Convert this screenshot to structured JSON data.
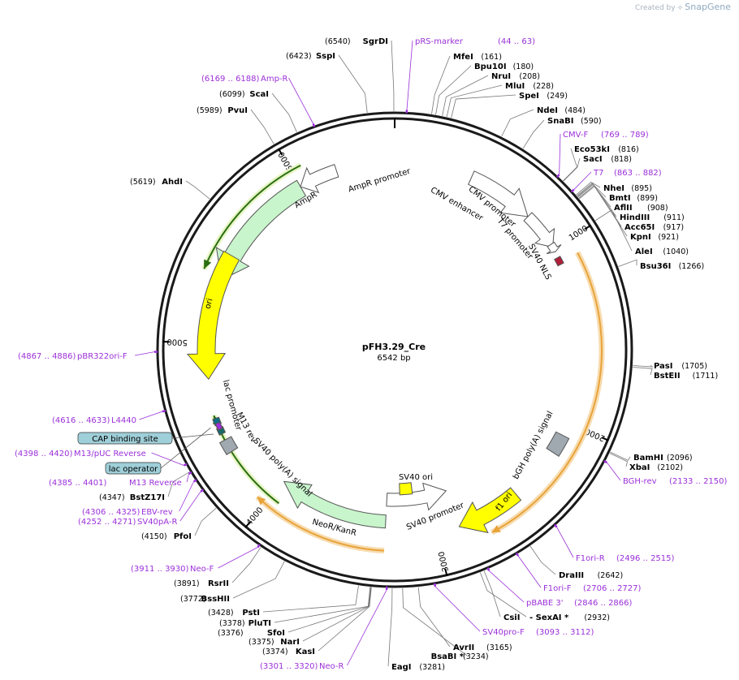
{
  "credit": {
    "text": "Created by",
    "brand": "SnapGene"
  },
  "plasmid": {
    "name": "pFH3.29_Cre",
    "size_label": "6542 bp",
    "length": 6542
  },
  "ticks": [
    "1000",
    "2000",
    "3000",
    "4000",
    "5000",
    "6000"
  ],
  "enzymes": [
    {
      "name": "SgrDI",
      "pos": "(6540)",
      "side": "L"
    },
    {
      "name": "SspI",
      "pos": "(6423)",
      "side": "L"
    },
    {
      "name": "ScaI",
      "pos": "(6099)",
      "side": "L"
    },
    {
      "name": "PvuI",
      "pos": "(5989)",
      "side": "L"
    },
    {
      "name": "AhdI",
      "pos": "(5619)",
      "side": "L"
    },
    {
      "name": "MfeI",
      "pos": "(161)",
      "side": "R"
    },
    {
      "name": "Bpu10I",
      "pos": "(180)",
      "side": "R"
    },
    {
      "name": "NruI",
      "pos": "(208)",
      "side": "R"
    },
    {
      "name": "MluI",
      "pos": "(228)",
      "side": "R"
    },
    {
      "name": "SpeI",
      "pos": "(249)",
      "side": "R"
    },
    {
      "name": "NdeI",
      "pos": "(484)",
      "side": "R"
    },
    {
      "name": "SnaBI",
      "pos": "(590)",
      "side": "R"
    },
    {
      "name": "Eco53kI",
      "pos": "(816)",
      "side": "R"
    },
    {
      "name": "SacI",
      "pos": "(818)",
      "side": "R"
    },
    {
      "name": "NheI",
      "pos": "(895)",
      "side": "R"
    },
    {
      "name": "BmtI",
      "pos": "(899)",
      "side": "R"
    },
    {
      "name": "AflII",
      "pos": "(908)",
      "side": "R"
    },
    {
      "name": "HindIII",
      "pos": "(911)",
      "side": "R"
    },
    {
      "name": "Acc65I",
      "pos": "(917)",
      "side": "R"
    },
    {
      "name": "KpnI",
      "pos": "(921)",
      "side": "R"
    },
    {
      "name": "AleI",
      "pos": "(1040)",
      "side": "R"
    },
    {
      "name": "Bsu36I",
      "pos": "(1266)",
      "side": "R"
    },
    {
      "name": "PasI",
      "pos": "(1705)",
      "side": "R"
    },
    {
      "name": "BstEII",
      "pos": "(1711)",
      "side": "R"
    },
    {
      "name": "BamHI",
      "pos": "(2096)",
      "side": "R"
    },
    {
      "name": "XbaI",
      "pos": "(2102)",
      "side": "R"
    },
    {
      "name": "DraIII",
      "pos": "(2642)",
      "side": "R"
    },
    {
      "name": "CsiI",
      "pos": "",
      "side": "R"
    },
    {
      "name": "- SexAI *",
      "pos": "(2932)",
      "side": "R"
    },
    {
      "name": "AvrII",
      "pos": "(3165)",
      "side": "R"
    },
    {
      "name": "BsaBI *",
      "pos": "(3234)",
      "side": "L"
    },
    {
      "name": "EagI",
      "pos": "(3281)",
      "side": "R"
    },
    {
      "name": "PstI",
      "pos": "(3428)",
      "side": "L"
    },
    {
      "name": "PluTI",
      "pos": "(3378)",
      "side": "L"
    },
    {
      "name": "SfoI",
      "pos": "(3376)",
      "side": "L"
    },
    {
      "name": "NarI",
      "pos": "(3375)",
      "side": "L"
    },
    {
      "name": "KasI",
      "pos": "(3374)",
      "side": "L"
    },
    {
      "name": "BssHII",
      "pos": "(3772)",
      "side": "L"
    },
    {
      "name": "RsrII",
      "pos": "(3891)",
      "side": "L"
    },
    {
      "name": "PfoI",
      "pos": "(4150)",
      "side": "L"
    },
    {
      "name": "BstZ17I",
      "pos": "(4347)",
      "side": "L"
    }
  ],
  "primers": [
    {
      "name": "pRS-marker",
      "range": "(44 .. 63)"
    },
    {
      "name": "Amp-R",
      "range": "(6169 .. 6188)"
    },
    {
      "name": "CMV-F",
      "range": "(769 .. 789)"
    },
    {
      "name": "T7",
      "range": "(863 .. 882)"
    },
    {
      "name": "BGH-rev",
      "range": "(2133 .. 2150)"
    },
    {
      "name": "F1ori-R",
      "range": "(2496 .. 2515)"
    },
    {
      "name": "F1ori-F",
      "range": "(2706 .. 2727)"
    },
    {
      "name": "pBABE 3'",
      "range": "(2846 .. 2866)"
    },
    {
      "name": "SV40pro-F",
      "range": "(3093 .. 3112)"
    },
    {
      "name": "Neo-R",
      "range": "(3301 .. 3320)"
    },
    {
      "name": "Neo-F",
      "range": "(3911 .. 3930)"
    },
    {
      "name": "SV40pA-R",
      "range": "(4252 .. 4271)"
    },
    {
      "name": "EBV-rev",
      "range": "(4306 .. 4325)"
    },
    {
      "name": "M13 Reverse",
      "range": "(4385 .. 4401)"
    },
    {
      "name": "M13/pUC Reverse",
      "range": "(4398 .. 4420)"
    },
    {
      "name": "L4440",
      "range": "(4616 .. 4633)"
    },
    {
      "name": "pBR322ori-F",
      "range": "(4867 .. 4886)"
    }
  ],
  "boxed_features": [
    "CAP binding site",
    "lac operator"
  ],
  "features": [
    "AmpR promoter",
    "AmpR",
    "CMV enhancer",
    "CMV promoter",
    "T7 promoter",
    "SV40 NLS",
    "ori",
    "bGH poly(A) signal",
    "f1 ori",
    "SV40 ori",
    "SV40 promoter",
    "NeoR/KanR",
    "SV40 poly(A) signal",
    "lac promoter",
    "M13 rev"
  ],
  "colors": {
    "backbone": "#1a1a1a",
    "primer": "#9b30d9",
    "gene_fill": "#c8f5cc",
    "ori_fill": "#ffff00",
    "promoter_fill": "#ffffff",
    "polya_fill": "#a0a8b0",
    "orf_stroke": "#e8a33a",
    "box_fill": "#9fcfd8"
  }
}
